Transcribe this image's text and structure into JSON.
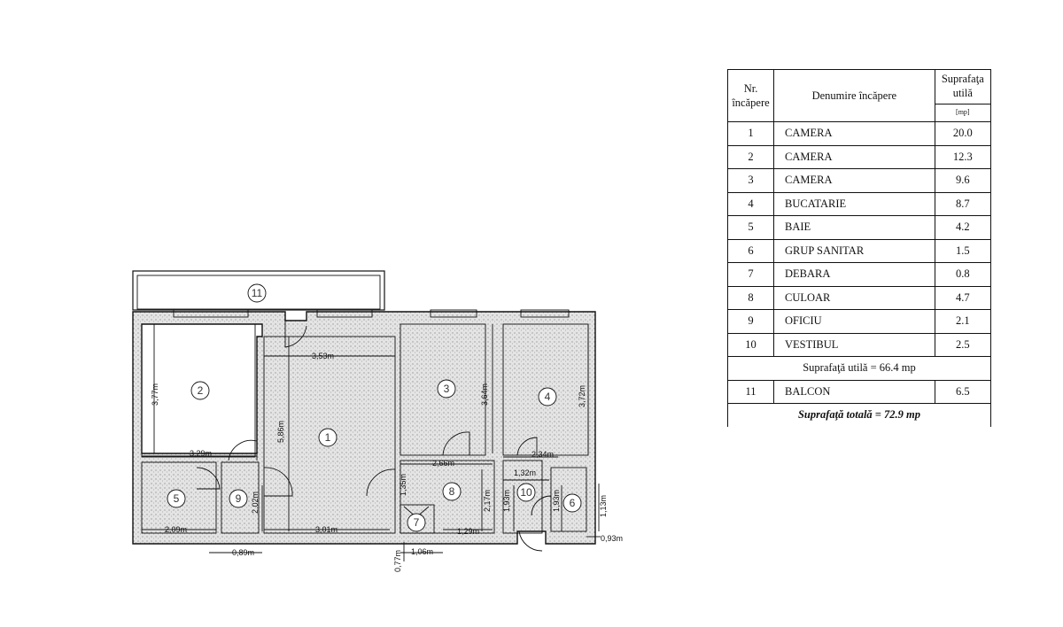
{
  "table": {
    "headers": {
      "nr": "Nr. încăpere",
      "name": "Denumire încăpere",
      "area": "Suprafaţa utilă",
      "unit": "[mp]"
    },
    "rows": [
      {
        "nr": "1",
        "name": "CAMERA",
        "area": "20.0"
      },
      {
        "nr": "2",
        "name": "CAMERA",
        "area": "12.3"
      },
      {
        "nr": "3",
        "name": "CAMERA",
        "area": "9.6"
      },
      {
        "nr": "4",
        "name": "BUCATARIE",
        "area": "8.7"
      },
      {
        "nr": "5",
        "name": "BAIE",
        "area": "4.2"
      },
      {
        "nr": "6",
        "name": "GRUP SANITAR",
        "area": "1.5"
      },
      {
        "nr": "7",
        "name": "DEBARA",
        "area": "0.8"
      },
      {
        "nr": "8",
        "name": "CULOAR",
        "area": "4.7"
      },
      {
        "nr": "9",
        "name": "OFICIU",
        "area": "2.1"
      },
      {
        "nr": "10",
        "name": "VESTIBUL",
        "area": "2.5"
      }
    ],
    "useful_area_label": "Suprafaţă utilă = 66.4 mp",
    "balcony_row": {
      "nr": "11",
      "name": "BALCON",
      "area": "6.5"
    },
    "total_label": "Suprafaţă totală = 72.9 mp"
  },
  "plan": {
    "room_numbers": [
      "1",
      "2",
      "3",
      "4",
      "5",
      "6",
      "7",
      "8",
      "9",
      "10",
      "11"
    ],
    "dimensions": {
      "d_353": "3,53m",
      "d_377": "3,77m",
      "d_586": "5,86m",
      "d_329": "3,29m",
      "d_364": "3,64m",
      "d_372": "3,72m",
      "d_266": "2,66m",
      "d_234": "2,34m",
      "d_132": "1,32m",
      "d_135": "1,35m",
      "d_202": "2,02m",
      "d_217": "2,17m",
      "d_193a": "1,93m",
      "d_193b": "1,93m",
      "d_113": "1,13m",
      "d_209": "2,09m",
      "d_301": "3,01m",
      "d_129": "1,29m",
      "d_089": "0,89m",
      "d_106": "1,06m",
      "d_077": "0,77m",
      "d_093": "0,93m"
    }
  }
}
